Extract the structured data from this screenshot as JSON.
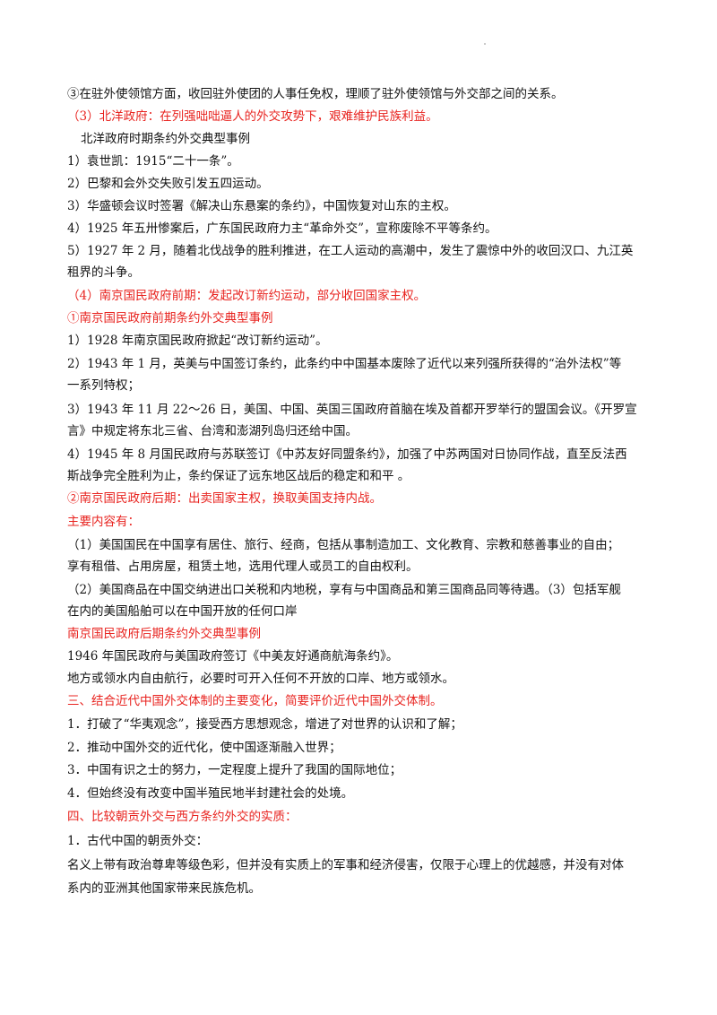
{
  "colors": {
    "text": "#111111",
    "red_heading": "#e8231f",
    "background": "#ffffff"
  },
  "lines": [
    "③在驻外使领馆方面，收回驻外使团的人事任免权，理顺了驻外使领馆与外交部之间的关系。",
    "（3）北洋政府：在列强咄咄逼人的外交攻势下，艰难维护民族利益。",
    "北洋政府时期条约外交典型事例",
    "1）袁世凯：1915“二十一条”。",
    "2）巴黎和会外交失败引发五四运动。",
    "3）华盛顿会议时签署《解决山东悬案的条约》，中国恢复对山东的主权。",
    "4）1925 年五卅惨案后，广东国民政府力主“革命外交”，宣称废除不平等条约。",
    "5）1927 年 2 月，随着北伐战争的胜利推进，在工人运动的高潮中，发生了震惊中外的收回汉口、九江英",
    "租界的斗争。",
    "（4）南京国民政府前期：发起改订新约运动，部分收回国家主权。",
    "①南京国民政府前期条约外交典型事例",
    "1）1928 年南京国民政府掀起“改订新约运动”。",
    "2）1943 年 1 月，英美与中国签订条约，此条约中中国基本废除了近代以来列强所获得的“治外法权”等",
    "一系列特权；",
    "3）1943 年 11 月 22～26 日，美国、中国、英国三国政府首脑在埃及首都开罗举行的盟国会议。《开罗宣",
    "言》中规定将东北三省、台湾和澎湖列岛归还给中国。",
    "4）1945 年 8 月国民政府与苏联签订《中苏友好同盟条约》，加强了中苏两国对日协同作战，直至反法西",
    "斯战争完全胜利为止，条约保证了远东地区战后的稳定和和平 。",
    "②南京国民政府后期：出卖国家主权，换取美国支持内战。",
    "主要内容有：",
    "（1）美国国民在中国享有居住、旅行、经商，包括从事制造加工、文化教育、宗教和慈善事业的自由；",
    "享有租借、占用房屋，租赁土地，选用代理人或员工的自由权利。",
    "（2）美国商品在中国交纳进出口关税和内地税，享有与中国商品和第三国商品同等待遇。（3）包括军舰",
    "在内的美国船舶可以在中国开放的任何口岸",
    "南京国民政府后期条约外交典型事例",
    "1946 年国民政府与美国政府签订《中美友好通商航海条约》。",
    "地方或领水内自由航行，必要时可开入任何不开放的口岸、地方或领水。",
    "三、结合近代中国外交体制的主要变化，简要评价近代中国外交体制。",
    "1．打破了“华夷观念”，接受西方思想观念，增进了对世界的认识和了解；",
    "2．推动中国外交的近代化，使中国逐渐融入世界；",
    "3．中国有识之士的努力，一定程度上提升了我国的国际地位；",
    "4．但始终没有改变中国半殖民地半封建社会的处境。",
    "四、比较朝贡外交与西方条约外交的实质：",
    "1．古代中国的朝贡外交：",
    "名义上带有政治尊卑等级色彩，但并没有实质上的军事和经济侵害，仅限于心理上的优越感，并没有对体",
    "系内的亚洲其他国家带来民族危机。"
  ]
}
